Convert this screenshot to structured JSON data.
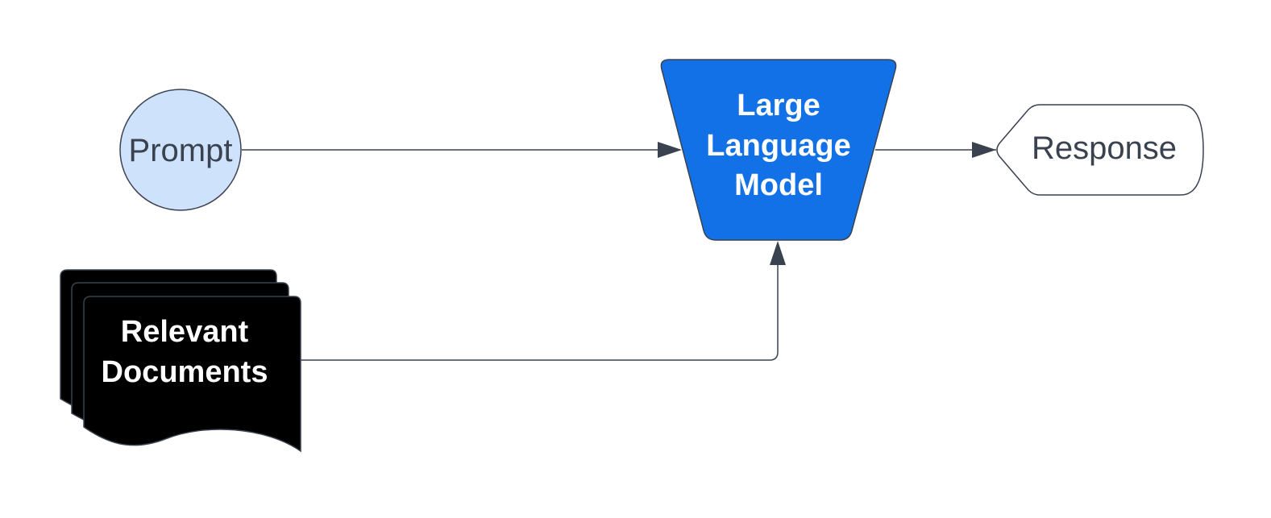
{
  "nodes": {
    "prompt": {
      "label": "Prompt",
      "shape": "circle",
      "fill": "#cfe2fc"
    },
    "llm": {
      "label_lines": [
        "Large",
        "Language",
        "Model"
      ],
      "shape": "trapezoid",
      "fill": "#1271e6"
    },
    "response": {
      "label": "Response",
      "shape": "display",
      "fill": "#ffffff"
    },
    "documents": {
      "label_lines": [
        "Relevant",
        "Documents"
      ],
      "shape": "multi-document",
      "fill": "#000000"
    }
  },
  "edges": [
    {
      "from": "prompt",
      "to": "llm"
    },
    {
      "from": "llm",
      "to": "response"
    },
    {
      "from": "documents",
      "to": "llm"
    }
  ],
  "colors": {
    "stroke": "#3a4250",
    "text_dark": "#3a4250",
    "text_light": "#ffffff"
  }
}
